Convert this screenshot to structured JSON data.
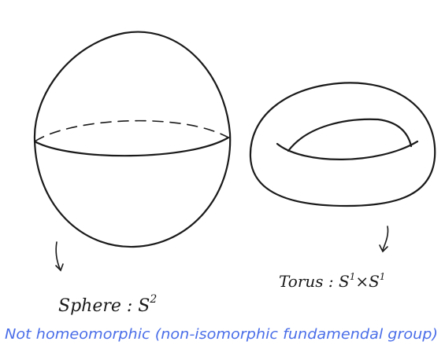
{
  "figure": {
    "sphere_label": "Sphere : S",
    "sphere_exponent": "2",
    "torus_label": "Torus : S",
    "torus_label_mid": "×S",
    "torus_exp_1": "1",
    "torus_exp_2": "1",
    "caption": "Not homeomorphic (non-isomorphic fundamendal group)",
    "ink_color": "#1a1a1a",
    "caption_color": "#4a6ee8"
  }
}
